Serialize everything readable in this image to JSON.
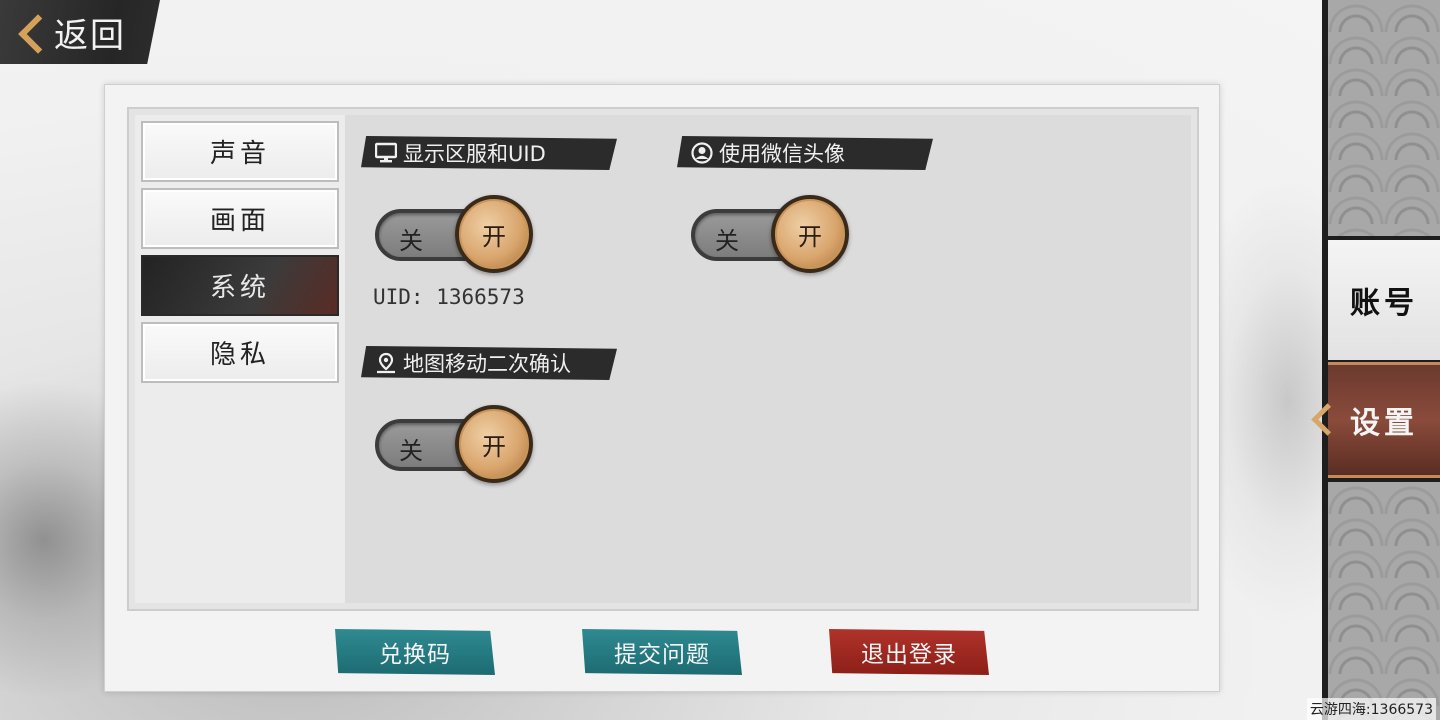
{
  "header": {
    "back_label": "返回"
  },
  "nav": {
    "items": [
      {
        "label": "声音"
      },
      {
        "label": "画面"
      },
      {
        "label": "系统"
      },
      {
        "label": "隐私"
      }
    ],
    "active": "系统"
  },
  "settings": {
    "show_server_uid": {
      "title": "显示区服和UID",
      "off_label": "关",
      "on_label": "开",
      "value": "开",
      "uid_text": "UID: 1366573"
    },
    "wechat_avatar": {
      "title": "使用微信头像",
      "off_label": "关",
      "on_label": "开",
      "value": "开"
    },
    "map_move_confirm": {
      "title": "地图移动二次确认",
      "off_label": "关",
      "on_label": "开",
      "value": "开"
    }
  },
  "buttons": {
    "redeem_code": "兑换码",
    "submit_issue": "提交问题",
    "logout": "退出登录"
  },
  "side_tabs": {
    "account": "账号",
    "settings": "设置",
    "active": "设置"
  },
  "footer": {
    "server_info": "云游四海:1366573"
  },
  "colors": {
    "teal_button": "#2f8a91",
    "red_button": "#b0332a",
    "active_tab": "#6b3a2e",
    "knob": "#d9a56d"
  }
}
